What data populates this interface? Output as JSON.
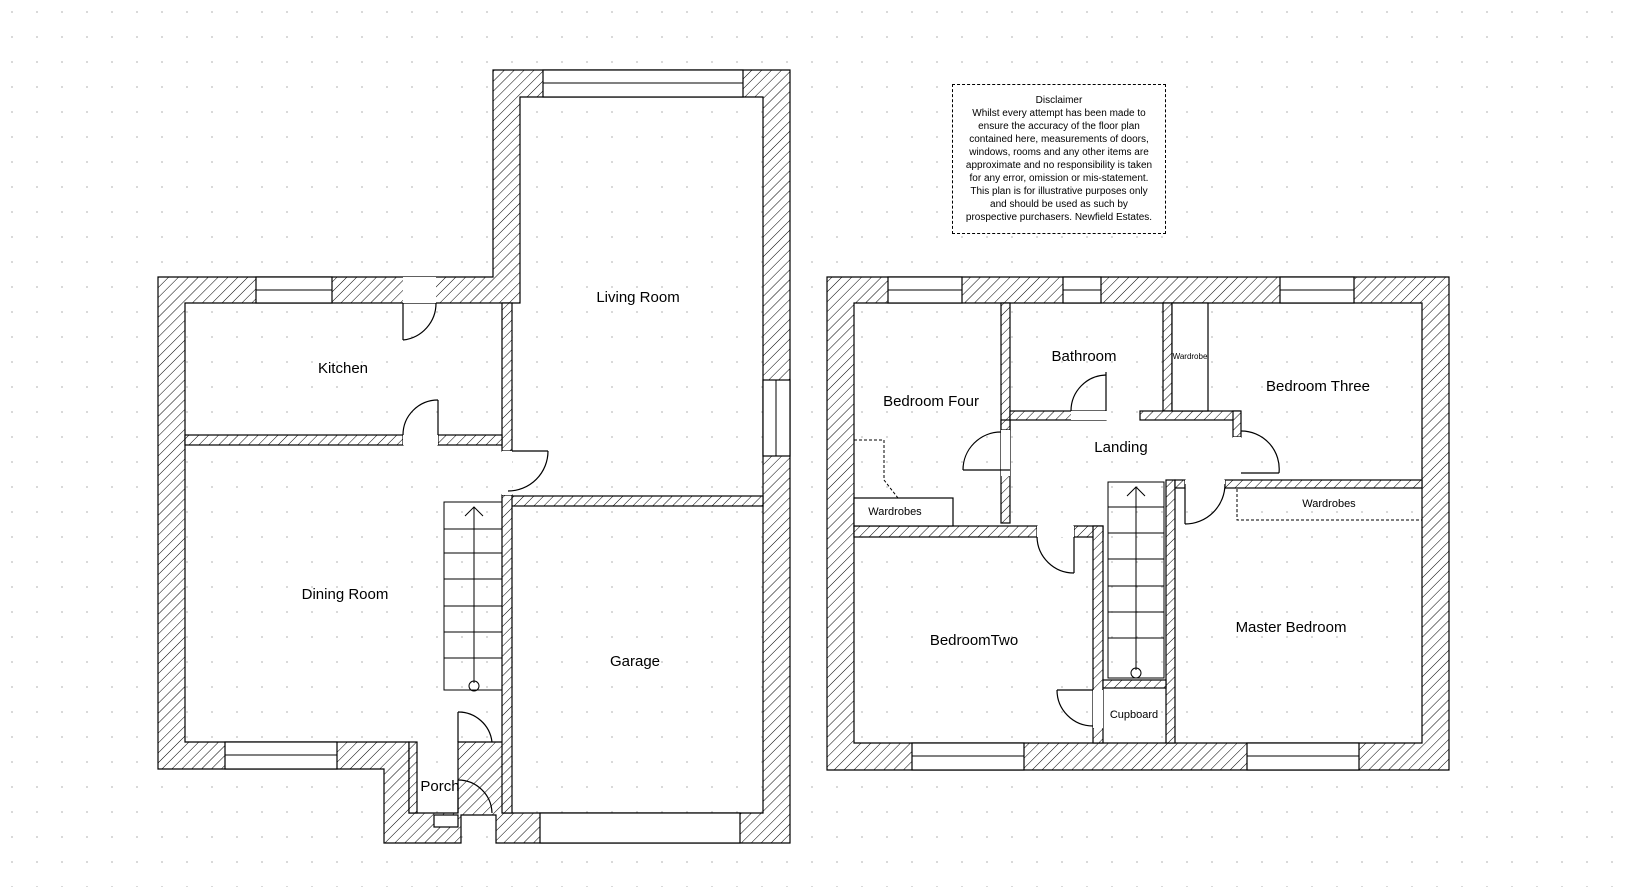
{
  "ground_floor": {
    "rooms": {
      "living_room": "Living Room",
      "kitchen": "Kitchen",
      "dining_room": "Dining Room",
      "garage": "Garage",
      "porch": "Porch"
    }
  },
  "first_floor": {
    "rooms": {
      "bathroom": "Bathroom",
      "wardrobe": "Wardrobe",
      "bedroom_four": "Bedroom Four",
      "bedroom_three": "Bedroom Three",
      "landing": "Landing",
      "wardrobes_left": "Wardrobes",
      "wardrobes_right": "Wardrobes",
      "bedroom_two": "BedroomTwo",
      "master_bedroom": "Master Bedroom",
      "cupboard": "Cupboard"
    }
  },
  "disclaimer": {
    "title": "Disclaimer",
    "lines": [
      "Whilst every attempt has been made to",
      "ensure the accuracy of the floor plan",
      "contained here, measurements of doors,",
      "windows, rooms and any other items are",
      "approximate and no responsibility is taken",
      "for any error, omission or mis-statement.",
      "This plan is for illustrative purposes only",
      "and should be used as such by",
      "prospective purchasers. Newfield Estates."
    ]
  }
}
